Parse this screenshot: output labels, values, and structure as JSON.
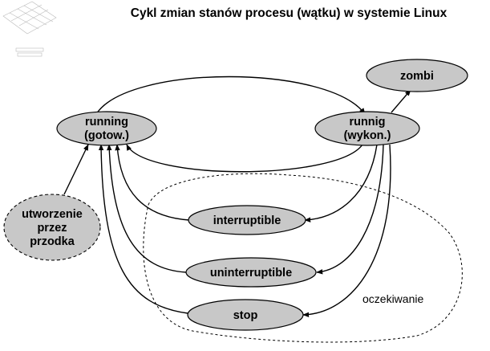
{
  "title": "Cykl zmian stanów procesu (wątku) w systemie Linux",
  "nodes": {
    "zombi": "zombi",
    "running_gotow": [
      "running",
      "(gotow.)"
    ],
    "running_wykon": [
      "runnig",
      "(wykon.)"
    ],
    "interruptible": "interruptible",
    "uninterruptible": "uninterruptible",
    "stop": "stop",
    "created": [
      "utworzenie",
      "przez",
      "przodka"
    ]
  },
  "region_label": "oczekiwanie",
  "colors": {
    "node_fill": "#c8c8c8",
    "stroke": "#000000"
  }
}
